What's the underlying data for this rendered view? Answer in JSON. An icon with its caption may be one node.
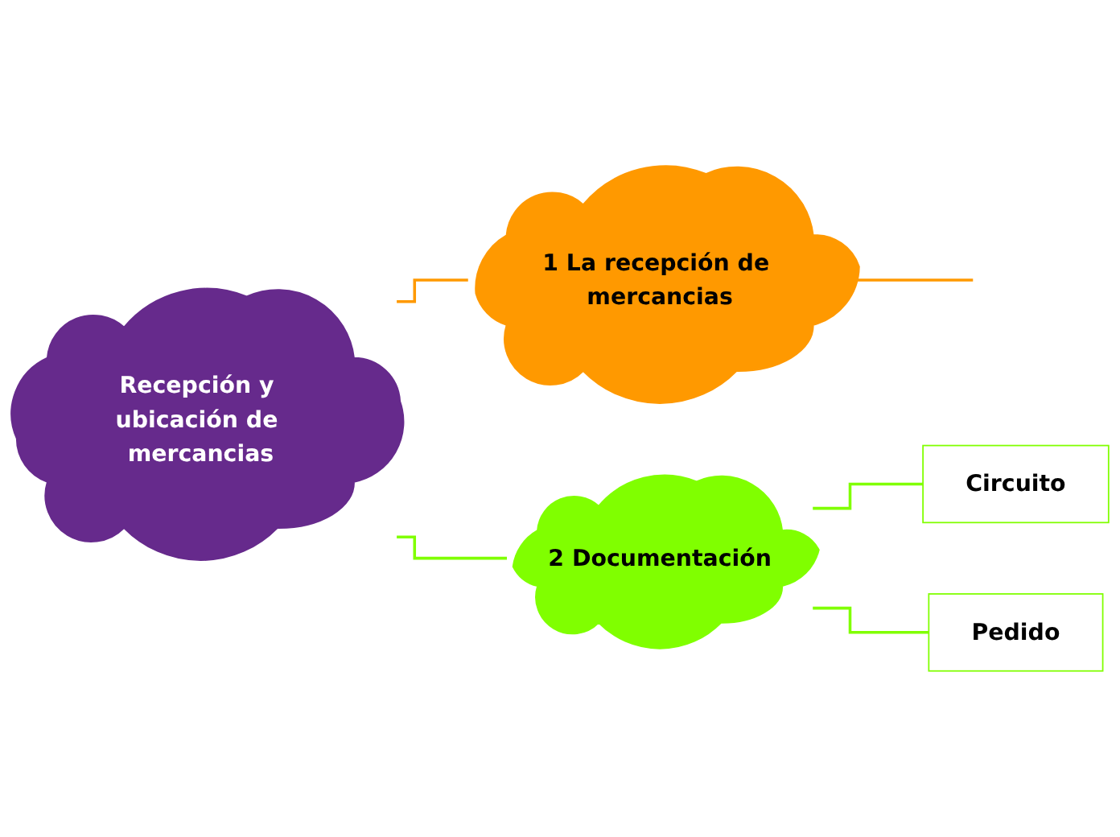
{
  "diagram": {
    "nodes": [
      {
        "text": [
          "Recepción y ubicación de mercancias"
        ]
      },
      {
        "text": [
          "1 La recepción de mercancias"
        ]
      },
      {
        "text": [
          "2 Documentación"
        ]
      },
      {
        "text": [
          "Circuito"
        ]
      },
      {
        "text": [
          "Pedido"
        ]
      }
    ],
    "edges": [
      {
        "from": 0,
        "to": 1,
        "arrow": "none",
        "color": "#ff9900"
      },
      {
        "from": 0,
        "to": 2,
        "arrow": "none"
      },
      {
        "from": 2,
        "to": 3,
        "arrow": "none"
      },
      {
        "from": 2,
        "to": 4,
        "arrow": "none"
      },
      {
        "from": 1,
        "to": null,
        "arrow": "none",
        "color": "#ff9900"
      }
    ]
  }
}
